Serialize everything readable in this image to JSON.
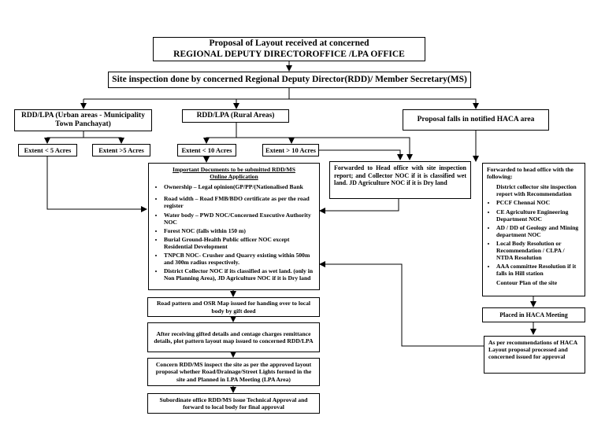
{
  "title": {
    "line1": "Proposal of Layout received at concerned",
    "line2": "REGIONAL DEPUTY DIRECTOROFFICE /LPA OFFICE"
  },
  "site_inspection": "Site inspection done by concerned Regional Deputy Director(RDD)/ Member Secretary(MS)",
  "urban": {
    "line1": "RDD/LPA (Urban areas - Municipality",
    "line2": "Town Panchayat)"
  },
  "rural": "RDD/LPA (Rural Areas)",
  "haca": "Proposal  falls in notified HACA area",
  "extent_lt5": "Extent < 5 Acres",
  "extent_gt5": "Extent >5 Acres",
  "extent_lt10": "Extent < 10 Acres",
  "extent_gt10": "Extent > 10 Acres",
  "documents": {
    "heading1": "Important Documents to be submitted RDD/MS",
    "heading2": "Online Application",
    "items": [
      "Ownership – Legal opinion(GP/PP/(Nationalised Bank",
      "Road width – Road FMB/BDO certificate as per the road register",
      "Water body – PWD NOC/Concerned Executive Authority NOC",
      "Forest NOC (falls within 150 m)",
      "Burial Ground-Health Public officer NOC except Residential Development",
      "TNPCB NOC- Crusher and Quarry existing within 500m and 300m radius respectively.",
      "District Collector NOC if its classified as wet land. (only in Non Planning Area), JD Agriculture NOC if it is Dry land"
    ]
  },
  "head_office": "Forwarded to Head office with site inspection report; and Collector NOC if it is classified wet land. JD Agriculture NOC if it is Dry land",
  "haca_forward": {
    "intro": "Forwarded to head office with the following:",
    "items": [
      "District collector site inspection report  with Recommendation",
      "PCCF Chennai NOC",
      "CE Agriculture Engineering Department  NOC",
      "AD / DD of Geology  and Mining department  NOC",
      "Local Body Resolution  or Recommendation / CLPA / NTDA Resolution",
      "AAA committee Resolution if it falls in Hill station"
    ],
    "tail": "Contour Plan of the site"
  },
  "road_pattern": "Road pattern and OSR Map  issued for handing over to local body by gift deed",
  "gifted": "After receiving  gifted details and centage charges remittance details, plot pattern layout map issued to concerned RDD/LPA",
  "concern": "Concern RDD/MS inspect the site as per the approved layout proposal whether Road/Drainage/Street Lights formed in the site and Planned in LPA Meeting (LPA Area)",
  "subordinate": "Subordinate office RDD/MS issue Technical Approval and forward to local body for final approval",
  "placed_haca": "Placed in HACA Meeting",
  "recommend": "As per recommendations of HACA  Layout proposal processed and concerned issued for approval"
}
